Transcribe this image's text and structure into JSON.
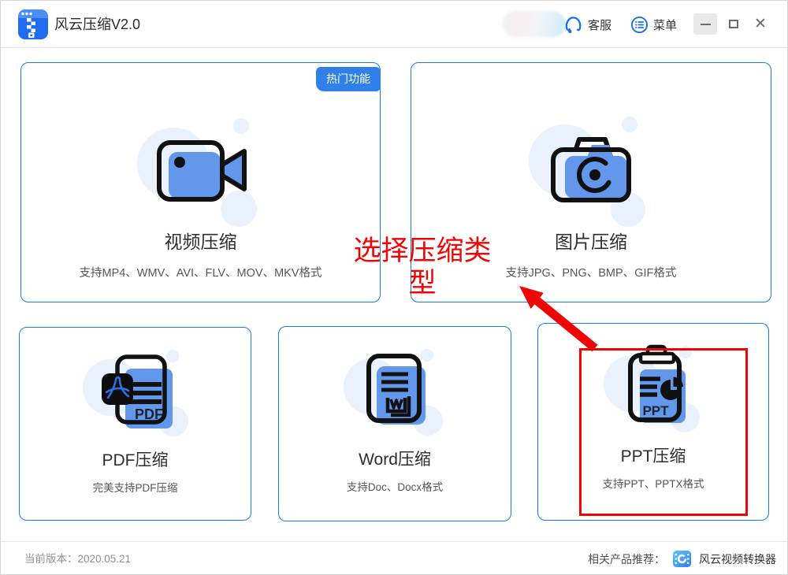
{
  "header": {
    "title": "风云压缩V2.0",
    "service_label": "客服",
    "menu_label": "菜单"
  },
  "cards": {
    "video": {
      "badge": "热门功能",
      "title": "视频压缩",
      "subtitle": "支持MP4、WMV、AVI、FLV、MOV、MKV格式"
    },
    "image": {
      "title": "图片压缩",
      "subtitle": "支持JPG、PNG、BMP、GIF格式"
    },
    "pdf": {
      "title": "PDF压缩",
      "subtitle": "完美支持PDF压缩",
      "icon_text": "PDF"
    },
    "word": {
      "title": "Word压缩",
      "subtitle": "支持Doc、Docx格式"
    },
    "ppt": {
      "title": "PPT压缩",
      "subtitle": "支持PPT、PPTX格式",
      "icon_text": "PPT"
    }
  },
  "annotation": {
    "text": "选择压缩类型"
  },
  "footer": {
    "version_label": "当前版本：",
    "version": "2020.05.21",
    "recommend_label": "相关产品推荐：",
    "product_name": "风云视频转换器"
  },
  "colors": {
    "card_border_blue": "#1b79e8",
    "icon_fill_blue": "#6397ec",
    "bubble_blue": "#e9f1fc",
    "badge_blue": "#2f80e9",
    "annotation_red": "#f00505"
  }
}
